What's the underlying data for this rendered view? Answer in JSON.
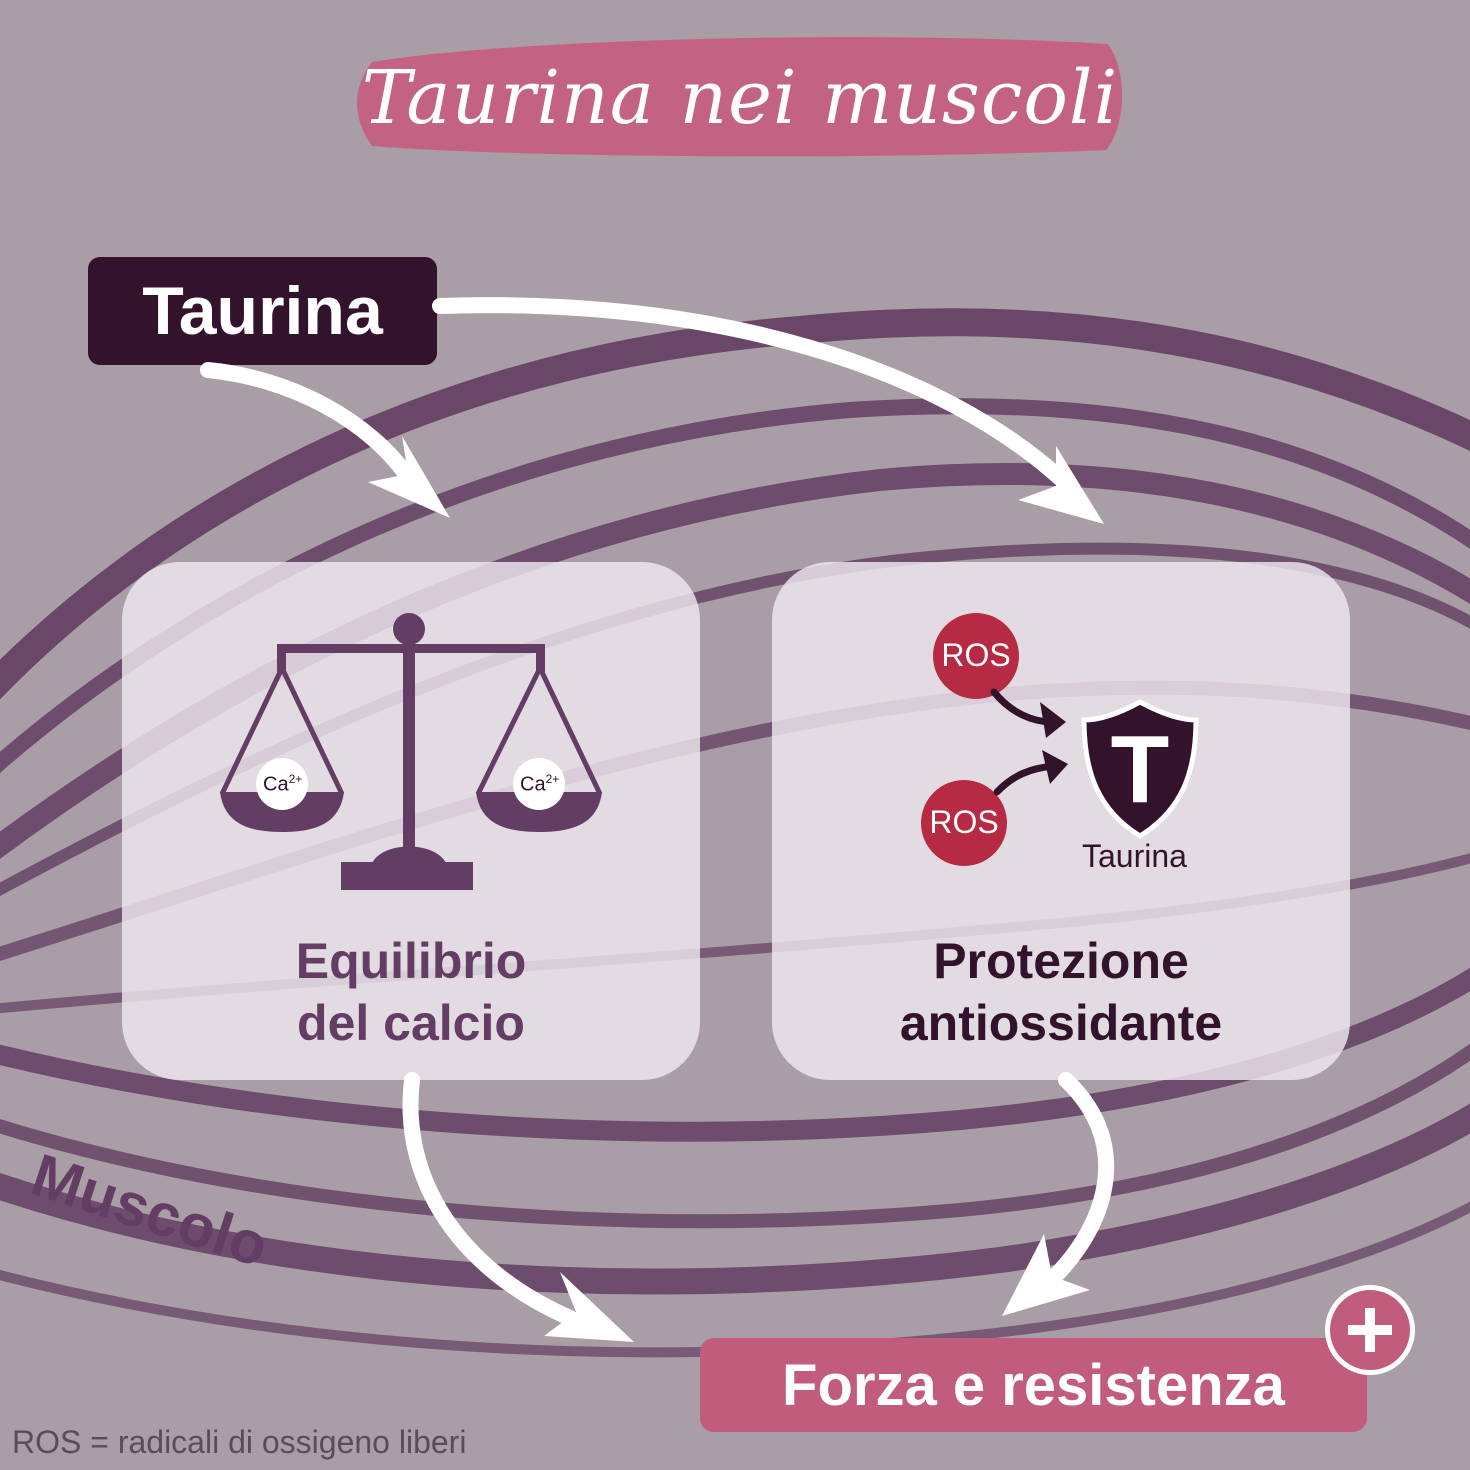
{
  "title": "Taurina nei muscoli",
  "source": "Taurina",
  "muscle_label": "Muscolo",
  "panels": [
    {
      "title_line1": "Equilibrio",
      "title_line2": "del calcio",
      "icon": "scale-icon",
      "ion_left": "Ca",
      "ion_right": "Ca",
      "ion_charge": "2+"
    },
    {
      "title_line1": "Protezione",
      "title_line2": "antiossidante",
      "icon": "shield-icon",
      "ros_top": "ROS",
      "ros_bottom": "ROS",
      "shield_letter": "T",
      "shield_caption": "Taurina"
    }
  ],
  "result": "Forza e resistenza",
  "result_icon": "plus-icon",
  "footnote": "ROS = radicali di ossigeno liberi",
  "colors": {
    "background": "#a99ea6",
    "muscle_fiber": "#633d63",
    "dark_purple": "#33132c",
    "pink": "#c15c7c",
    "title_brush": "#c65d80",
    "ros_red": "#b72a43",
    "panel": "#eee8ee"
  }
}
